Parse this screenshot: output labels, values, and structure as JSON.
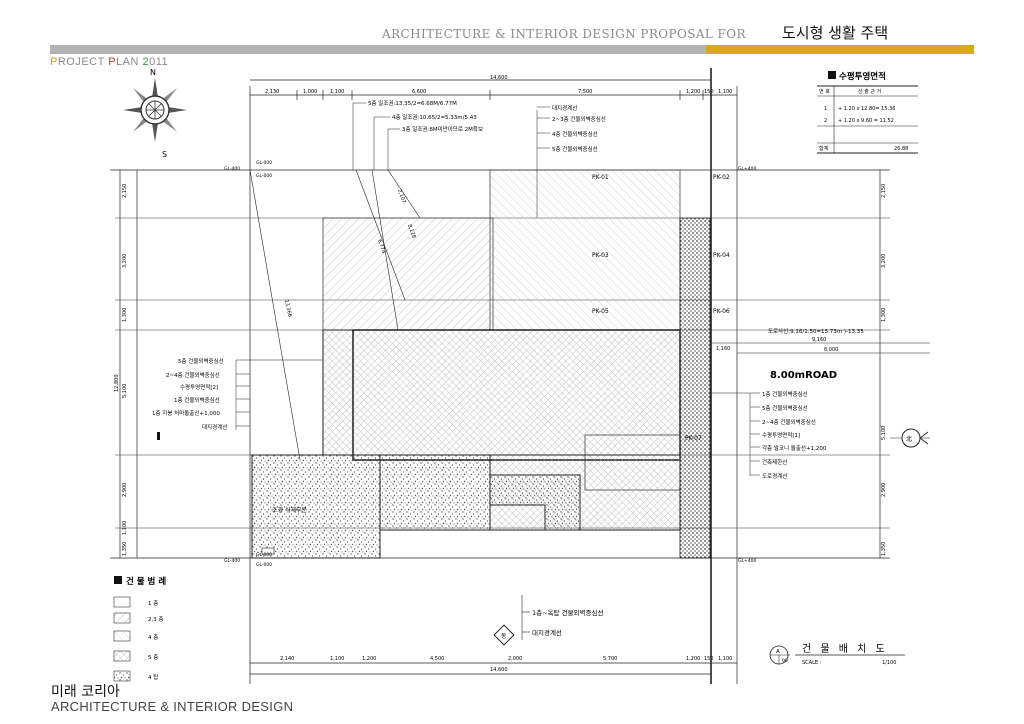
{
  "header": {
    "title": "ARCHITECTURE & INTERIOR DESIGN PROPOSAL FOR",
    "project_name": "도시형 생활 주택",
    "plan_label": [
      "P",
      "ROJECT ",
      "P",
      "LAN ",
      "2",
      "011"
    ]
  },
  "compass": {
    "north": "N",
    "south": "S"
  },
  "footer": {
    "company_kr": "미래 코리아",
    "company_en": "ARCHITECTURE & INTERIOR DESIGN"
  },
  "area_table": {
    "title": "수평투영면적",
    "headers": [
      "번 호",
      "산 출 근 거"
    ],
    "rows": [
      [
        "1",
        "+ 1.20 x 12.80= 15.36"
      ],
      [
        "2",
        "+ 1.20 x 9.60 = 11.52"
      ]
    ],
    "total_label": "합계",
    "total_value": "26.88"
  },
  "drawing": {
    "top_dims": [
      "2,130",
      "1,000",
      "1,100",
      "6,600",
      "7,500",
      "1,200",
      "150",
      "1,100"
    ],
    "top_total": "14,600",
    "bottom_dims": [
      "2,140",
      "1,100",
      "1,200",
      "4,500",
      "2,000",
      "5,700",
      "1,200",
      "150",
      "1,100"
    ],
    "bottom_total": "14,600",
    "left_dims": [
      "2,150",
      "3,200",
      "1,300",
      "5,100",
      "2,900",
      "1,100",
      "1,350"
    ],
    "left_total": "12,800",
    "right_dims": [
      "2,150",
      "3,200",
      "1,300",
      "5,100",
      "2,900",
      "1,350"
    ],
    "slant_notes": [
      "5층 일조권:13.35/2=6.68M/6.77M",
      "4층 일조권:10.65/2=5.33m/5.43",
      "3층 일조권:8M미만이므로 2M확보"
    ],
    "top_right_notes": [
      "대지경계선",
      "2~3층 건물외벽중심선",
      "4층 건물외벽중심선",
      "5층 건물외벽중심선"
    ],
    "left_notes": [
      "5층 건물외벽중심선",
      "2~4층 건물외벽중심선",
      "수평투영면적[2]",
      "1층 건물외벽중심선",
      "1층 지붕 처마돌출선+1,000",
      "대지경계선"
    ],
    "right_notes": [
      "1층 건물외벽중심선",
      "5층 건물외벽중심선",
      "2~4층 건물외벽중심선",
      "수평투영면적[1]",
      "각층 발코니 돌출선+1,200",
      "건축제한선",
      "도로경계선"
    ],
    "pk_labels": [
      "PK-01",
      "PK-02",
      "PK-03",
      "PK-04",
      "PK-05",
      "PK-06",
      "PK-07"
    ],
    "road_label": "8.00mROAD",
    "road_note": "도로사선:9.16/1.50=13.73m )-13.35",
    "road_dims": [
      "9,160",
      "8,000",
      "1,160"
    ],
    "landscape_label": "조경 식재부분",
    "slant_dims": [
      "2,107",
      "8,128",
      "6,774",
      "13,366"
    ],
    "gl_labels": [
      "GL-400",
      "GL-000",
      "GL-000",
      "GL+400",
      "GL-400",
      "GL-000",
      "GL-000",
      "GL+400"
    ],
    "bottom_notes": [
      "1층~옥탑 건물외벽중심선",
      "대지경계선"
    ],
    "side_markers": [
      "동",
      "北"
    ]
  },
  "legend": {
    "title": "건 물 범 례",
    "items": [
      "1 층",
      "2,3 층",
      "4 층",
      "5 층",
      "4 탑"
    ]
  },
  "title_block": {
    "title": "건 물 배 치 도",
    "scale_label": "SCALE :",
    "scale_value": "1/100",
    "sheet_code": "A",
    "sheet_num": "00"
  }
}
